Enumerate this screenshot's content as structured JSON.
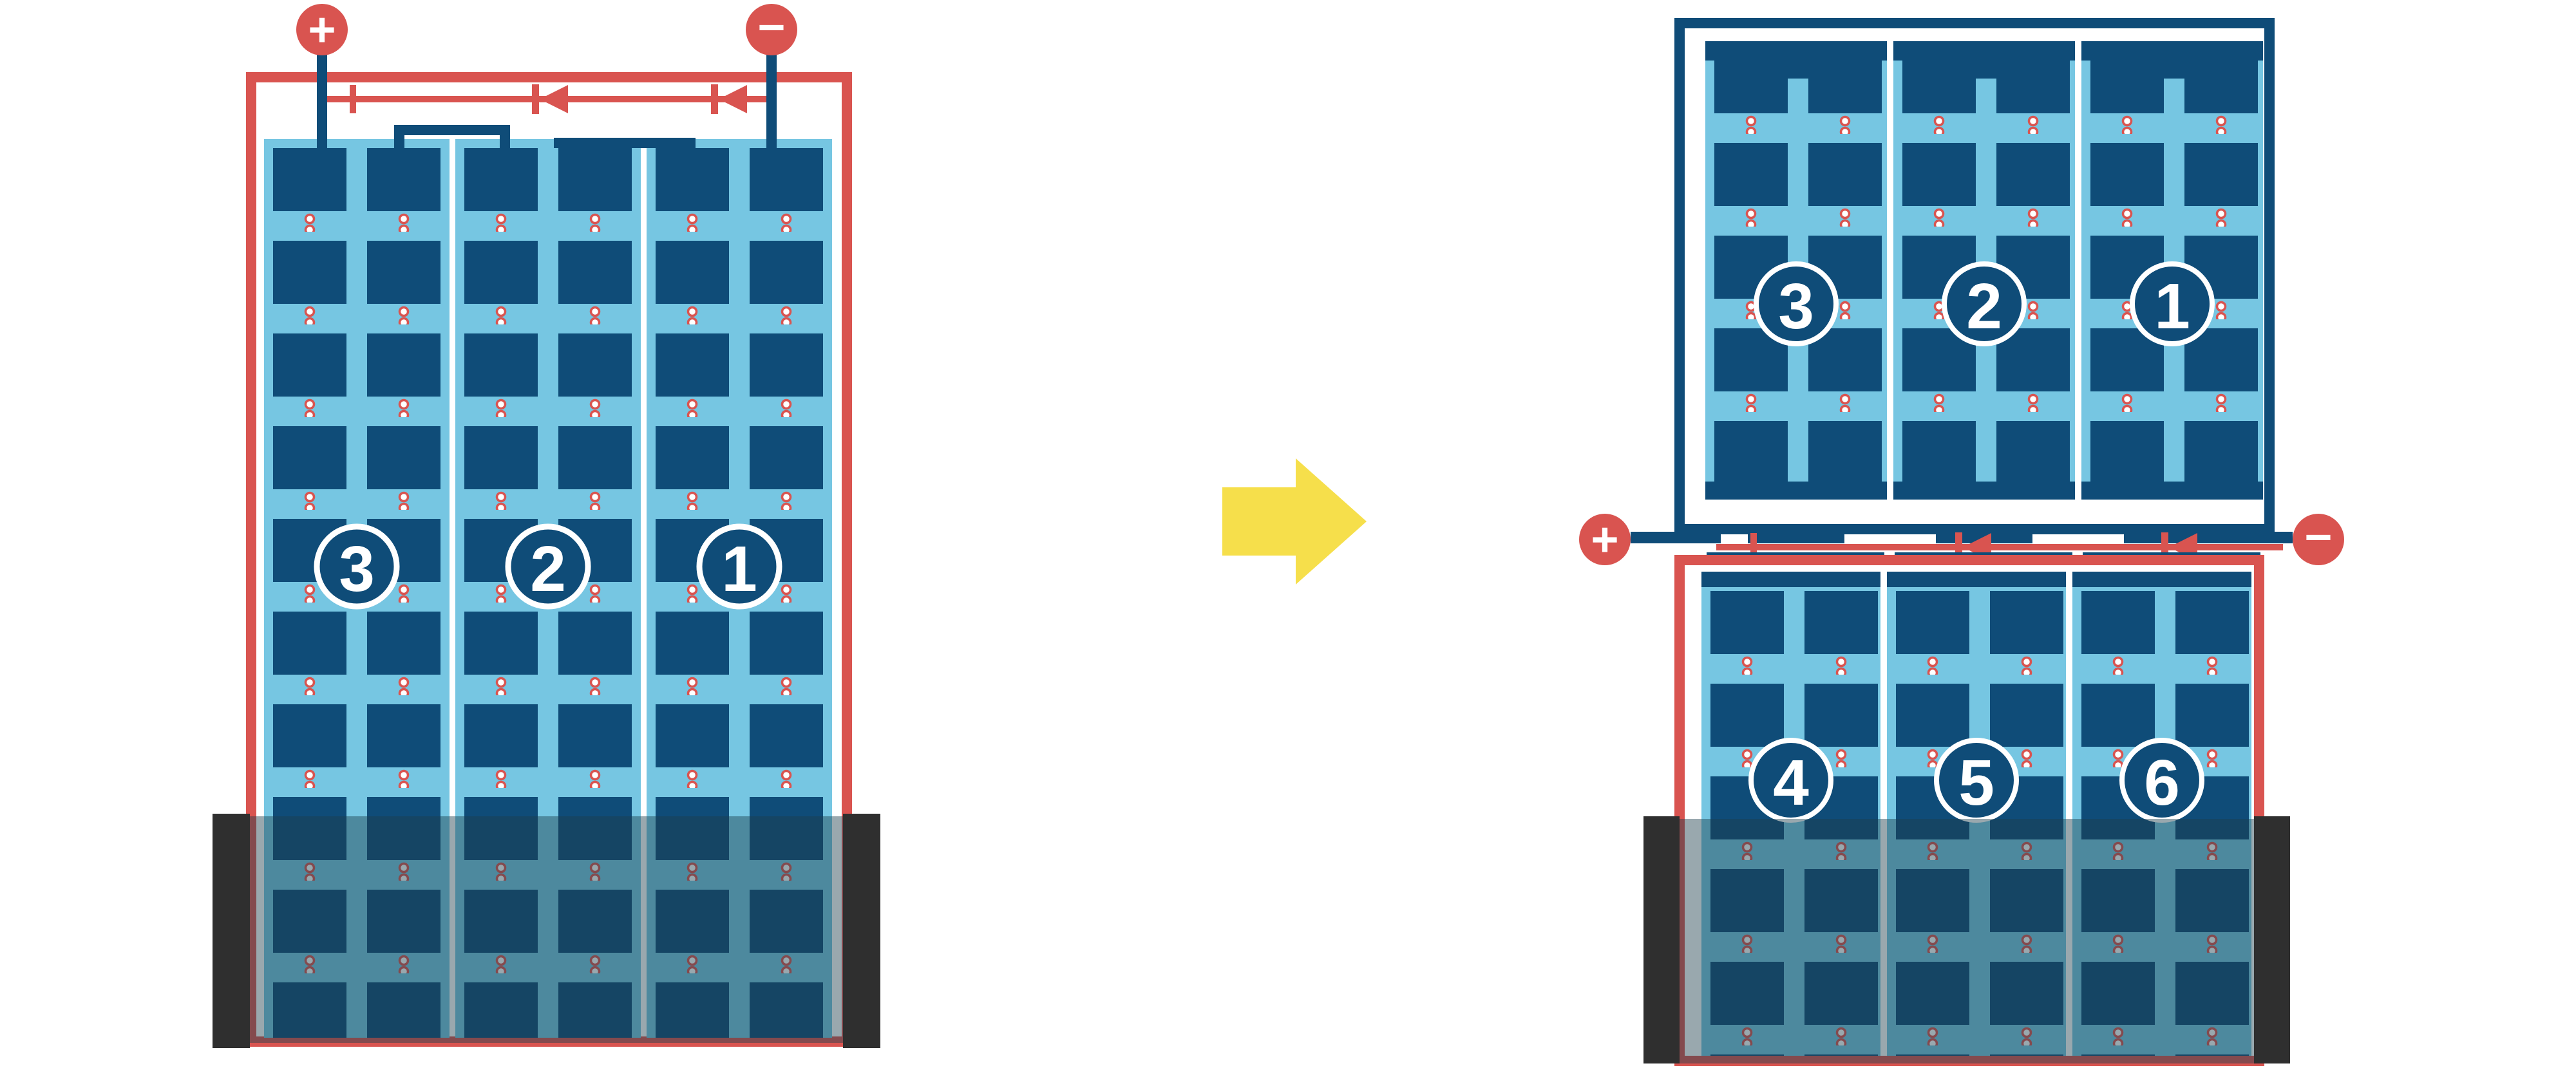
{
  "left_panel": {
    "cell_group_labels": [
      "3",
      "2",
      "1"
    ],
    "plus": "+",
    "minus": "−"
  },
  "right_top_panel": {
    "cell_group_labels": [
      "3",
      "2",
      "1"
    ]
  },
  "right_bottom_panel": {
    "cell_group_labels": [
      "4",
      "5",
      "6"
    ]
  },
  "right_junction": {
    "plus": "+",
    "minus": "−"
  },
  "colors": {
    "accent_red": "#d95450",
    "panel_navy": "#0f4c78",
    "cell_light_blue": "#76c6e2",
    "arrow_yellow": "#f6df4b",
    "flood_overlay": "#1d3d4c",
    "frame_bar": "#2f2f2f",
    "solder_dot_ring": "#d95450",
    "background": "#ffffff"
  }
}
